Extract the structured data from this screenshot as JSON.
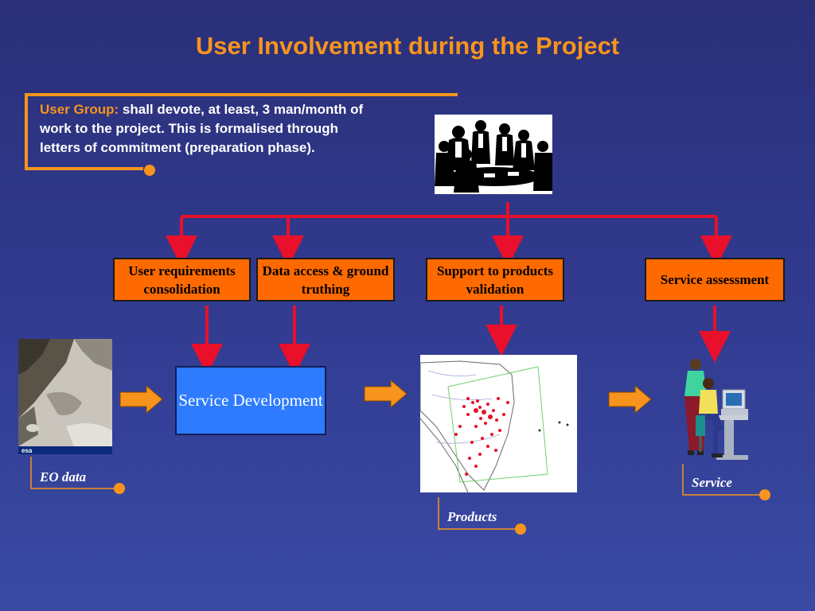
{
  "slide": {
    "title": "User Involvement during the Project",
    "user_group": {
      "label": "User Group:",
      "text": " shall devote, at least, 3 man/month of work to the project. This is formalised through letters of commitment (preparation phase)."
    },
    "boxes": {
      "user_requirements": "User requirements consolidation",
      "data_access": "Data access & ground truthing",
      "support_validation": "Support to products validation",
      "service_assessment": "Service assessment",
      "service_development": "Service Development"
    },
    "captions": {
      "eo_data": "EO data",
      "products": "Products",
      "service": "Service"
    },
    "satellite_logo": "esa",
    "colors": {
      "background": "#323c92",
      "title": "#f7941d",
      "accent_orange": "#ff6a00",
      "connector_red": "#e8102a",
      "service_dev_blue": "#2e7bff"
    },
    "icons": [
      "meeting-people-icon",
      "arrow-right-icon",
      "office-workers-computer-icon",
      "satellite-image",
      "products-map"
    ]
  }
}
